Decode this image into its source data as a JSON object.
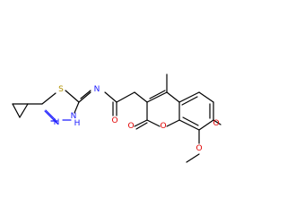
{
  "molecule": {
    "atom_labels": {
      "S": "S",
      "N_ring_bottom": "N",
      "NH": "H",
      "NH_N": "N",
      "N_imine": "N",
      "O_carbonyl": "O",
      "O_lactone_carbonyl": "O",
      "O_ring": "O",
      "O_methoxy_1": "O",
      "O_methoxy_2": "O"
    },
    "colors": {
      "carbon": "#000000",
      "nitrogen": "#1a1aff",
      "oxygen": "#e00000",
      "sulfur": "#b09000",
      "background": "#ffffff"
    }
  }
}
